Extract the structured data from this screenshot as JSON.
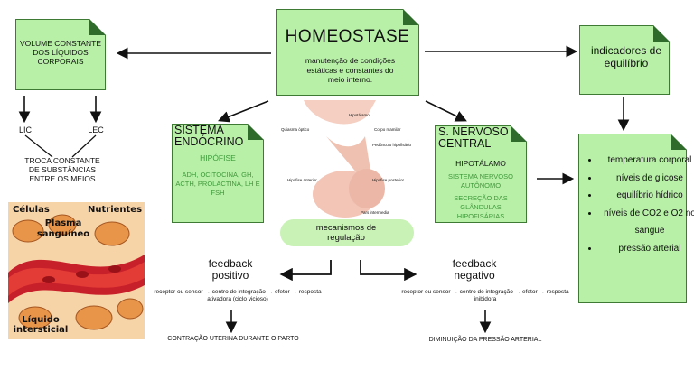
{
  "homeostase": {
    "title": "HOMEOSTASE",
    "desc": "manutenção de condições estáticas e constantes do meio interno."
  },
  "volume": {
    "text": "VOLUME CONSTANTE DOS LÍQUIDOS CORPORAIS"
  },
  "lic": "LIC",
  "lec": "LEC",
  "troca": "TROCA CONSTANTE DE SUBSTÂNCIAS ENTRE OS MEIOS",
  "cells_image": {
    "celulas": "Células",
    "nutrientes": "Nutrientes",
    "plasma": "Plasma sanguíneo",
    "liquido": "Líquido intersticial"
  },
  "endocrino": {
    "title": "SISTEMA ENDÓCRINO",
    "sub": "HIPÓFISE",
    "items": "ADH, OCITOCINA, GH, ACTH, PROLACTINA, LH E FSH"
  },
  "nervoso": {
    "title": "S. NERVOSO CENTRAL",
    "sub": "HIPOTÁLAMO",
    "item1": "SISTEMA NERVOSO AUTÔNOMO",
    "item2": "SECREÇÃO DAS GLÂNDULAS HIPOFISÁRIAS"
  },
  "brain_image": {
    "hipotalamo": "Hipotálamo",
    "quiasma": "Quiasma óptico",
    "corpo": "Corpo mamilar",
    "pedunculo": "Pedúnculo hipofisário",
    "anterior": "Hipófise anterior",
    "posterior": "Hipófise posterior",
    "pars": "Pars intermedia"
  },
  "mecanismos": "mecanismos de regulação",
  "indicadores": {
    "title": "indicadores de equilíbrio",
    "items": [
      "temperatura corporal",
      "níveis de glicose",
      "equilíbrio hídrico",
      "níveis de CO2 e O2 no sangue",
      "pressão arterial"
    ]
  },
  "positivo": {
    "title": "feedback positivo",
    "desc": "receptor ou sensor → centro de integração → efetor → resposta ativadora (ciclo vicioso)",
    "exemplo": "CONTRAÇÃO UTERINA DURANTE O PARTO"
  },
  "negativo": {
    "title": "feedback negativo",
    "desc": "receptor ou sensor → centro de integração → efetor → resposta inibidora",
    "exemplo": "DIMINUIÇÃO DA PRESSÃO ARTERIAL"
  },
  "colors": {
    "note": "#b8f0a8",
    "fold": "#2f6b2a",
    "green_text": "#3f9a3a",
    "pill": "#c9f2b6"
  }
}
